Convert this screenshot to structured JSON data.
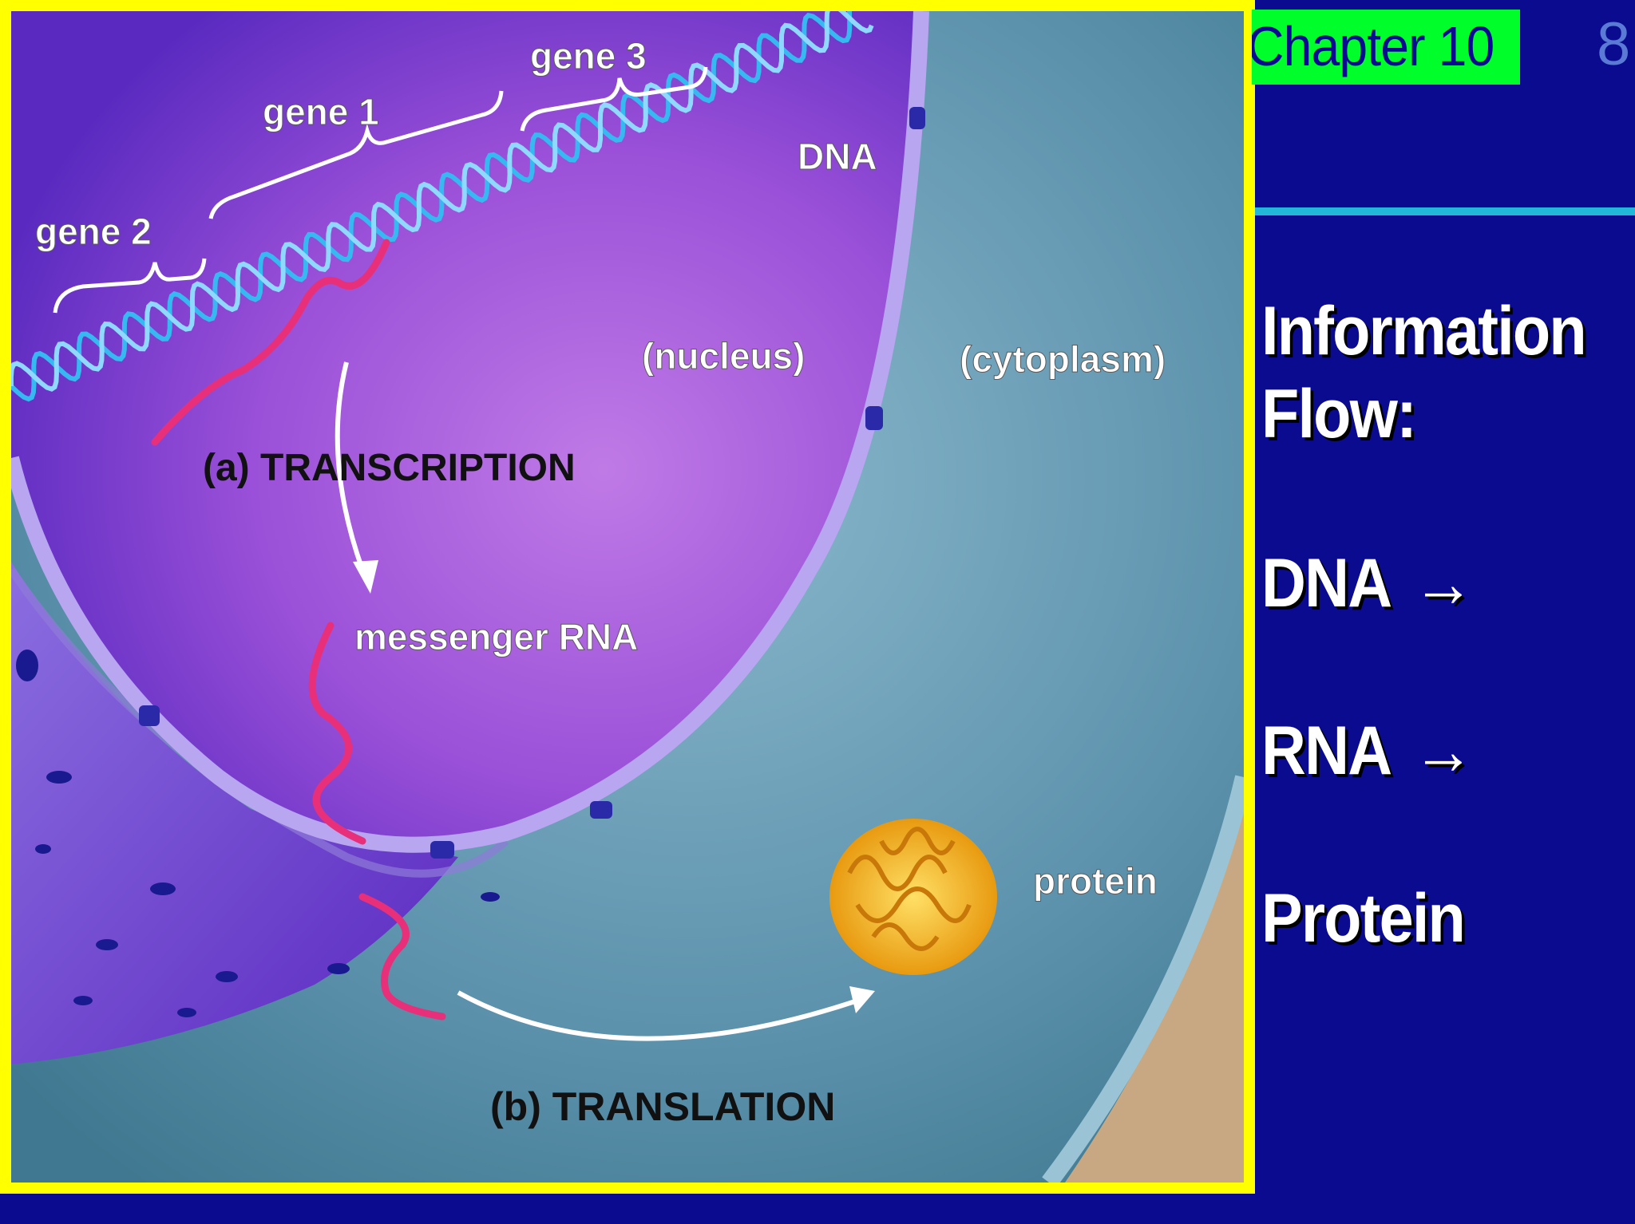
{
  "header": {
    "chapter_label": "Chapter 10",
    "page_number": "8"
  },
  "sidebar": {
    "heading_line1": "Information",
    "heading_line2": "Flow:",
    "step1": "DNA",
    "step2": "RNA",
    "step3": "Protein",
    "arrow_icon": "→"
  },
  "diagram": {
    "gene1": "gene 1",
    "gene2": "gene 2",
    "gene3": "gene 3",
    "dna": "DNA",
    "nucleus": "(nucleus)",
    "cytoplasm": "(cytoplasm)",
    "transcription": "(a) TRANSCRIPTION",
    "mrna": "messenger RNA",
    "protein": "protein",
    "translation": "(b) TRANSLATION"
  },
  "colors": {
    "background": "#0b0b8f",
    "frame": "#ffff00",
    "chapter_badge": "#00ff2a",
    "rule": "#22b6d8",
    "nucleus": "#9a55d8",
    "cytoplasm": "#6aa0b8",
    "dna_strand": "#36b8f0",
    "rna_strand": "#e8307a",
    "protein": "#f5b820"
  }
}
